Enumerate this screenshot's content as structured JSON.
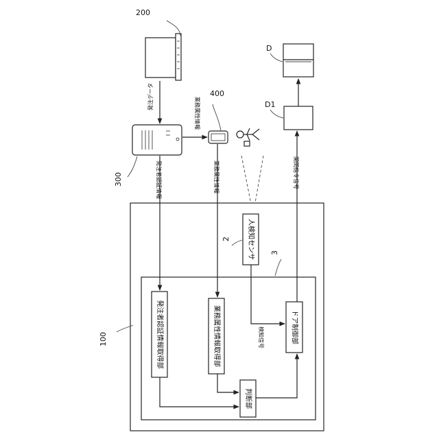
{
  "labels": {
    "ref_200": "200",
    "ref_300": "300",
    "ref_400": "400",
    "ref_100": "100",
    "ref_2": "2",
    "ref_3": "3",
    "ref_D": "D",
    "ref_D1": "D1",
    "order_data": "発注データ",
    "attr_info_top": "業務属性情報",
    "attr_info_mid": "業務属性情報",
    "auth_info": "発注者認証情報",
    "open_close_signal": "開閉指令信号",
    "detect_signal": "検知信号"
  },
  "blocks": {
    "human_sensor": "人検知センサ",
    "auth_acquire": "発注者認証情報取得部",
    "attr_acquire": "業務属性情報取得部",
    "judge": "判断部",
    "door_control": "ドア制御部"
  },
  "colors": {
    "line": "#222222",
    "background": "#ffffff"
  }
}
